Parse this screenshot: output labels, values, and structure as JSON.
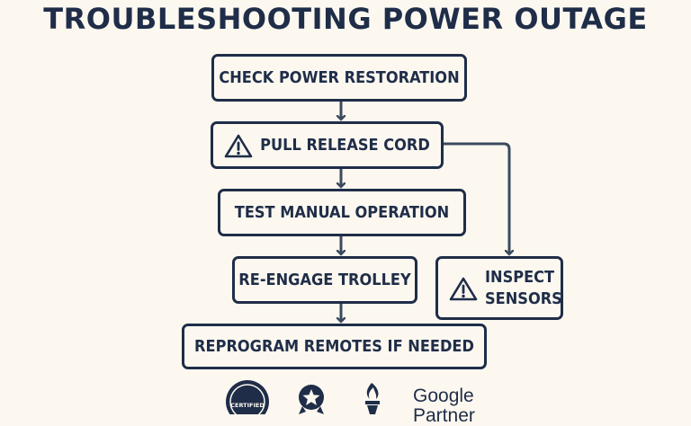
{
  "title": "TROUBLESHOOTING POWER OUTAGE",
  "steps": {
    "check_power": "CHECK POWER RESTORATION",
    "pull_cord": "PULL RELEASE CORD",
    "test_manual": "TEST MANUAL OPERATION",
    "reengage": "RE-ENGAGE TROLLEY",
    "reprogram": "REPROGRAM REMOTES IF NEEDED",
    "inspect_line1": "INSPECT",
    "inspect_line2": "SENSORS"
  },
  "badges": {
    "certified": "CERTIFIED",
    "google_line1": "Google",
    "google_line2": "Partner"
  },
  "icons": [
    "warning-icon",
    "certified-badge-icon",
    "star-award-icon",
    "bbb-torch-icon"
  ],
  "colors": {
    "ink": "#1f2d48",
    "background": "#fcf8f0"
  }
}
